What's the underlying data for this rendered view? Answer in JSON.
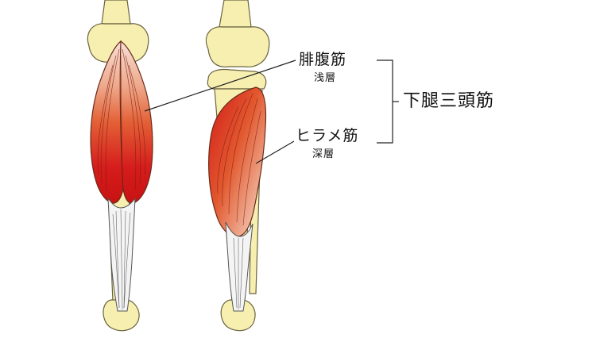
{
  "labels": {
    "gastrocnemius": {
      "name": "腓腹筋",
      "layer": "浅層"
    },
    "soleus": {
      "name": "ヒラメ筋",
      "layer": "深層"
    },
    "group": "下腿三頭筋"
  },
  "colors": {
    "bone_fill": "#f6efb0",
    "bone_stroke": "#6b6440",
    "muscle_deep": "#d8181a",
    "muscle_mid": "#e86a3a",
    "muscle_light": "#f2c4b4",
    "tendon": "#f4f4f4",
    "line": "#222222"
  }
}
